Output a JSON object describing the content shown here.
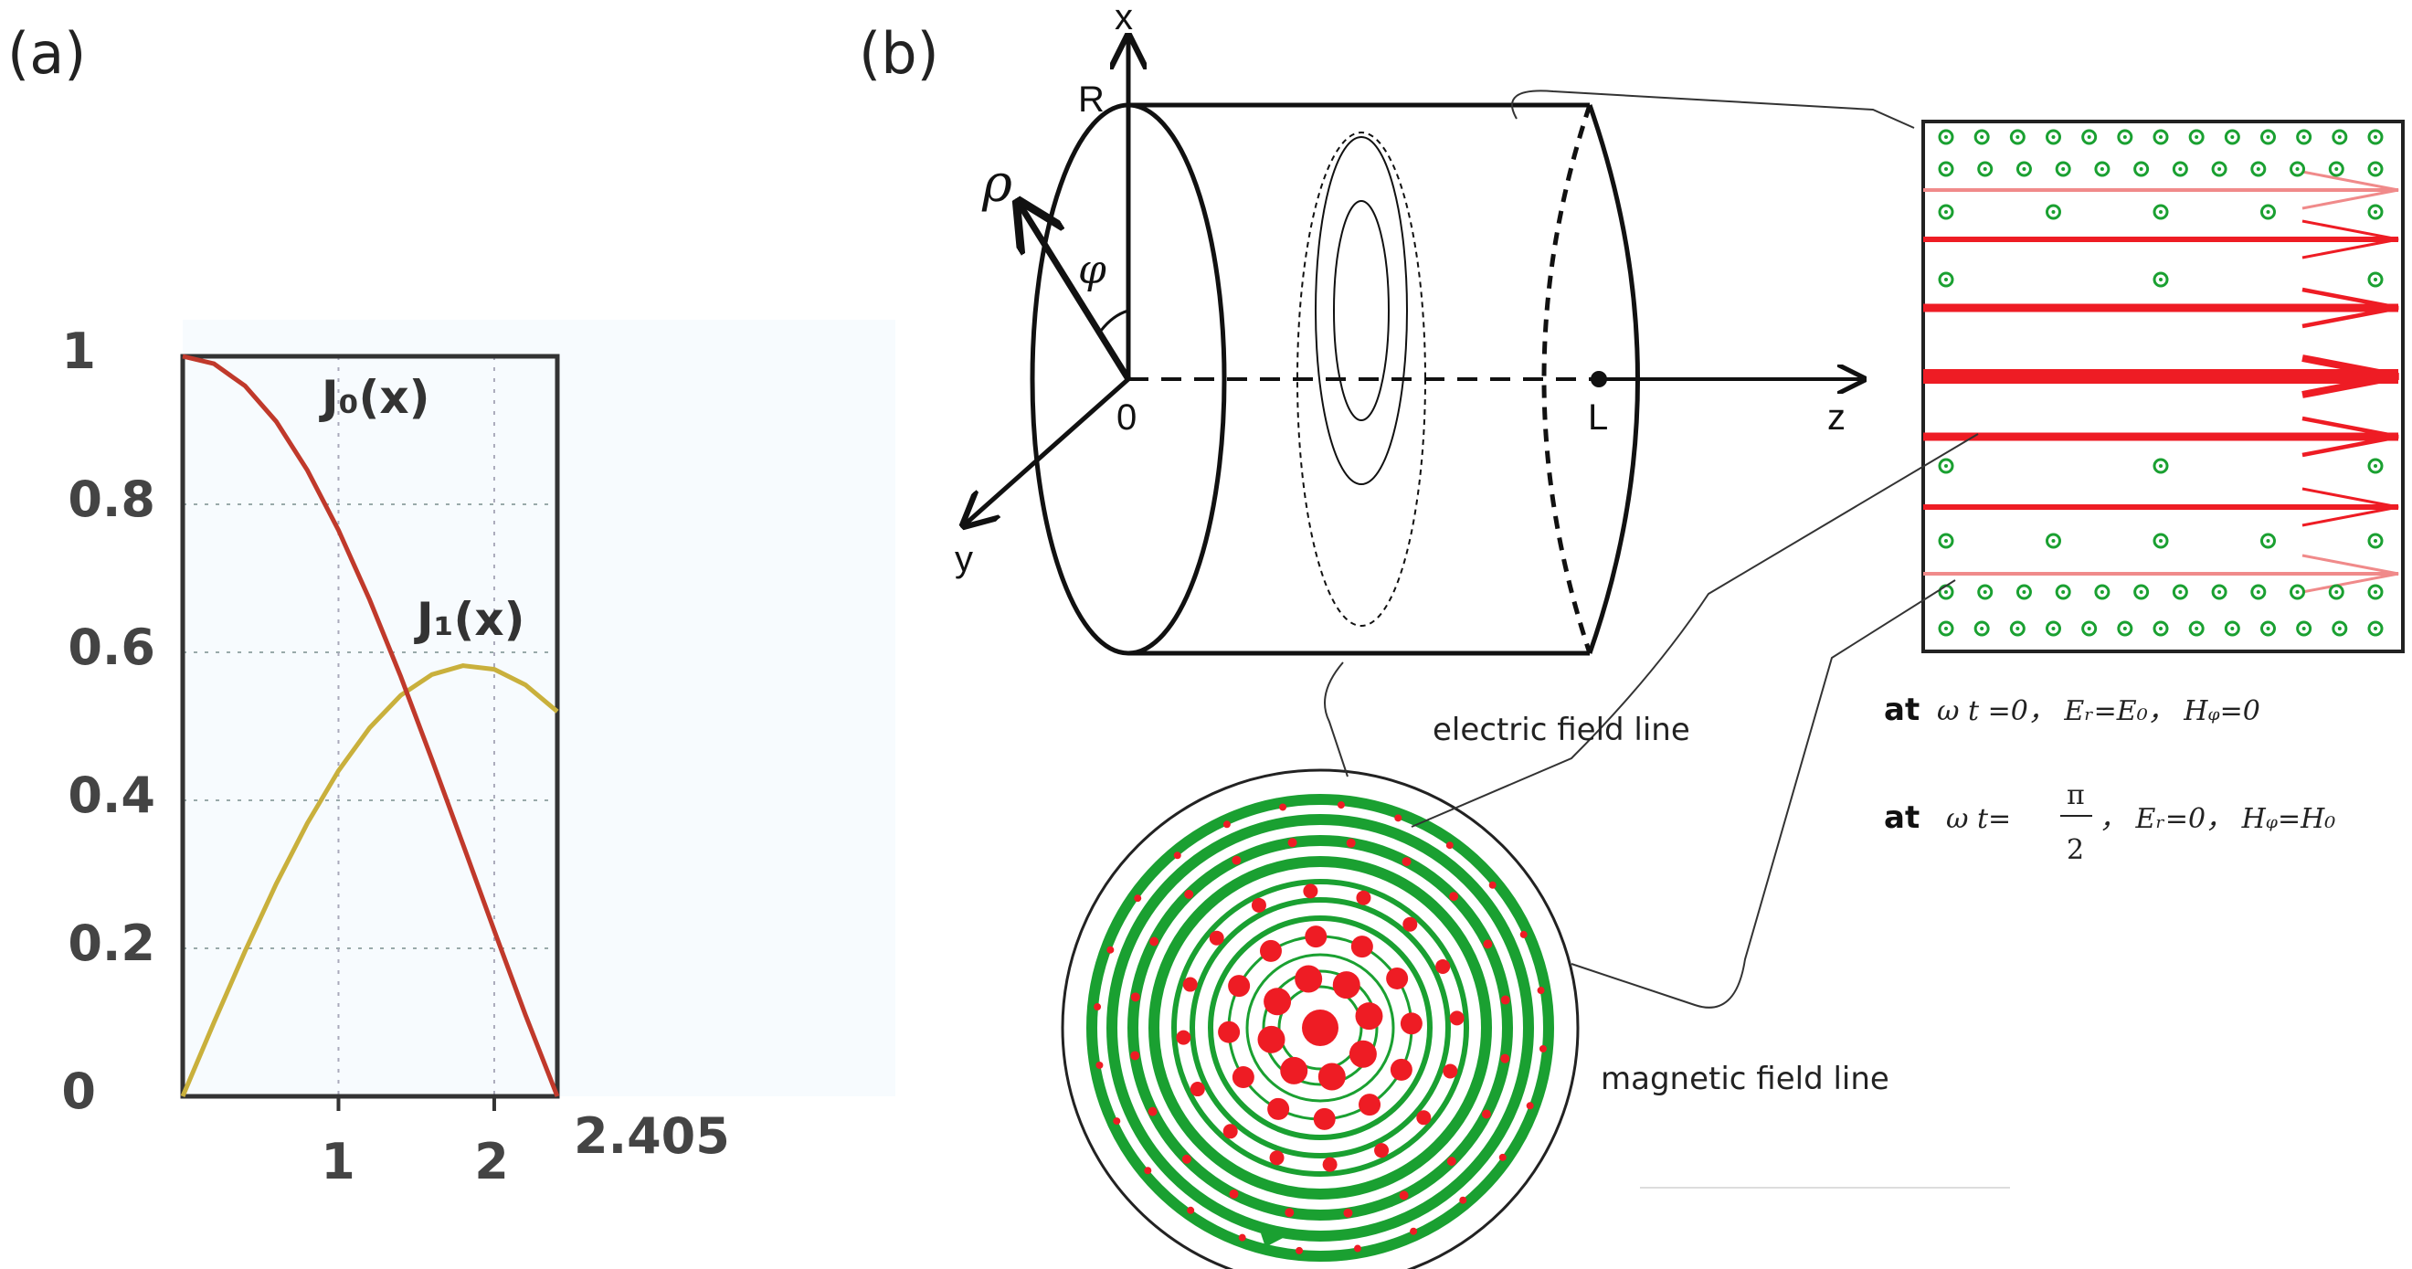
{
  "panel_a": {
    "label": "(a)",
    "chart_data": {
      "type": "line",
      "xlim": [
        0,
        2.405
      ],
      "ylim": [
        0,
        1
      ],
      "x_ticks": [
        "1",
        "2",
        "2.405"
      ],
      "y_ticks": [
        "0",
        "0.2",
        "0.4",
        "0.6",
        "0.8",
        "1"
      ],
      "grid": true,
      "series": [
        {
          "name": "J0(x)",
          "color": "#c0392b",
          "x": [
            0,
            0.2,
            0.4,
            0.6,
            0.8,
            1.0,
            1.2,
            1.4,
            1.6,
            1.8,
            2.0,
            2.2,
            2.405
          ],
          "values": [
            1.0,
            0.99,
            0.96,
            0.912,
            0.846,
            0.765,
            0.671,
            0.567,
            0.455,
            0.34,
            0.224,
            0.11,
            0.0
          ]
        },
        {
          "name": "J1(x)",
          "color": "#c9b03c",
          "x": [
            0,
            0.2,
            0.4,
            0.6,
            0.8,
            1.0,
            1.2,
            1.4,
            1.6,
            1.8,
            2.0,
            2.2,
            2.405
          ],
          "values": [
            0.0,
            0.0995,
            0.196,
            0.287,
            0.369,
            0.44,
            0.498,
            0.542,
            0.57,
            0.582,
            0.577,
            0.556,
            0.52
          ]
        }
      ]
    },
    "labels": {
      "j0": "J₀(x)",
      "j1": "J₁(x)"
    }
  },
  "panel_b": {
    "label": "(b)",
    "axes": {
      "x": "x",
      "y": "y",
      "z": "z",
      "rho": "ρ",
      "phi": "φ",
      "R": "R",
      "origin": "0",
      "L": "L"
    },
    "callouts": {
      "electric": "electric field line",
      "magnetic": "magnetic field line"
    },
    "formulas": {
      "line1": {
        "at": "at",
        "expr": "ω t =0， Eᵣ=E₀， Hᵩ=0"
      },
      "line2": {
        "at": "at",
        "expr_a": "ω t=",
        "num": "π",
        "den": "2",
        "expr_b": "， Eᵣ=0， Hᵩ=H₀"
      }
    },
    "colors": {
      "electric": "#ee1c24",
      "magnetic": "#1aa031"
    }
  }
}
